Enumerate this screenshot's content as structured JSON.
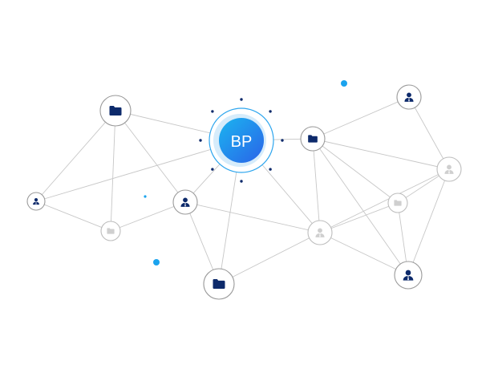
{
  "hub": {
    "label": "BP",
    "gradient_start": "#1bb5f0",
    "gradient_end": "#2a63e8",
    "ring_color": "#2ea6ee"
  },
  "colors": {
    "edge": "#c7c7c7",
    "node_border": "#9a9a9a",
    "node_border_light": "#bdbdbd",
    "icon_dark": "#0d2a6b",
    "icon_light": "#cfcfcf",
    "dot_dark": "#0d2a6b",
    "dot_accent": "#1aa3ee"
  },
  "nodes": [
    {
      "id": "folder-a",
      "icon": "folder-icon",
      "tone": "dark"
    },
    {
      "id": "user-left",
      "icon": "user-icon",
      "tone": "dark"
    },
    {
      "id": "folder-left-low",
      "icon": "folder-icon",
      "tone": "light"
    },
    {
      "id": "user-mid-left",
      "icon": "user-icon",
      "tone": "dark"
    },
    {
      "id": "folder-bottom",
      "icon": "folder-icon",
      "tone": "dark"
    },
    {
      "id": "folder-right",
      "icon": "folder-icon",
      "tone": "dark"
    },
    {
      "id": "user-center-right",
      "icon": "user-icon",
      "tone": "light"
    },
    {
      "id": "user-top-right",
      "icon": "user-icon",
      "tone": "dark"
    },
    {
      "id": "user-far-right",
      "icon": "user-icon",
      "tone": "light"
    },
    {
      "id": "folder-right-mid",
      "icon": "folder-icon",
      "tone": "light"
    },
    {
      "id": "user-bottom-right",
      "icon": "user-icon",
      "tone": "dark"
    }
  ]
}
